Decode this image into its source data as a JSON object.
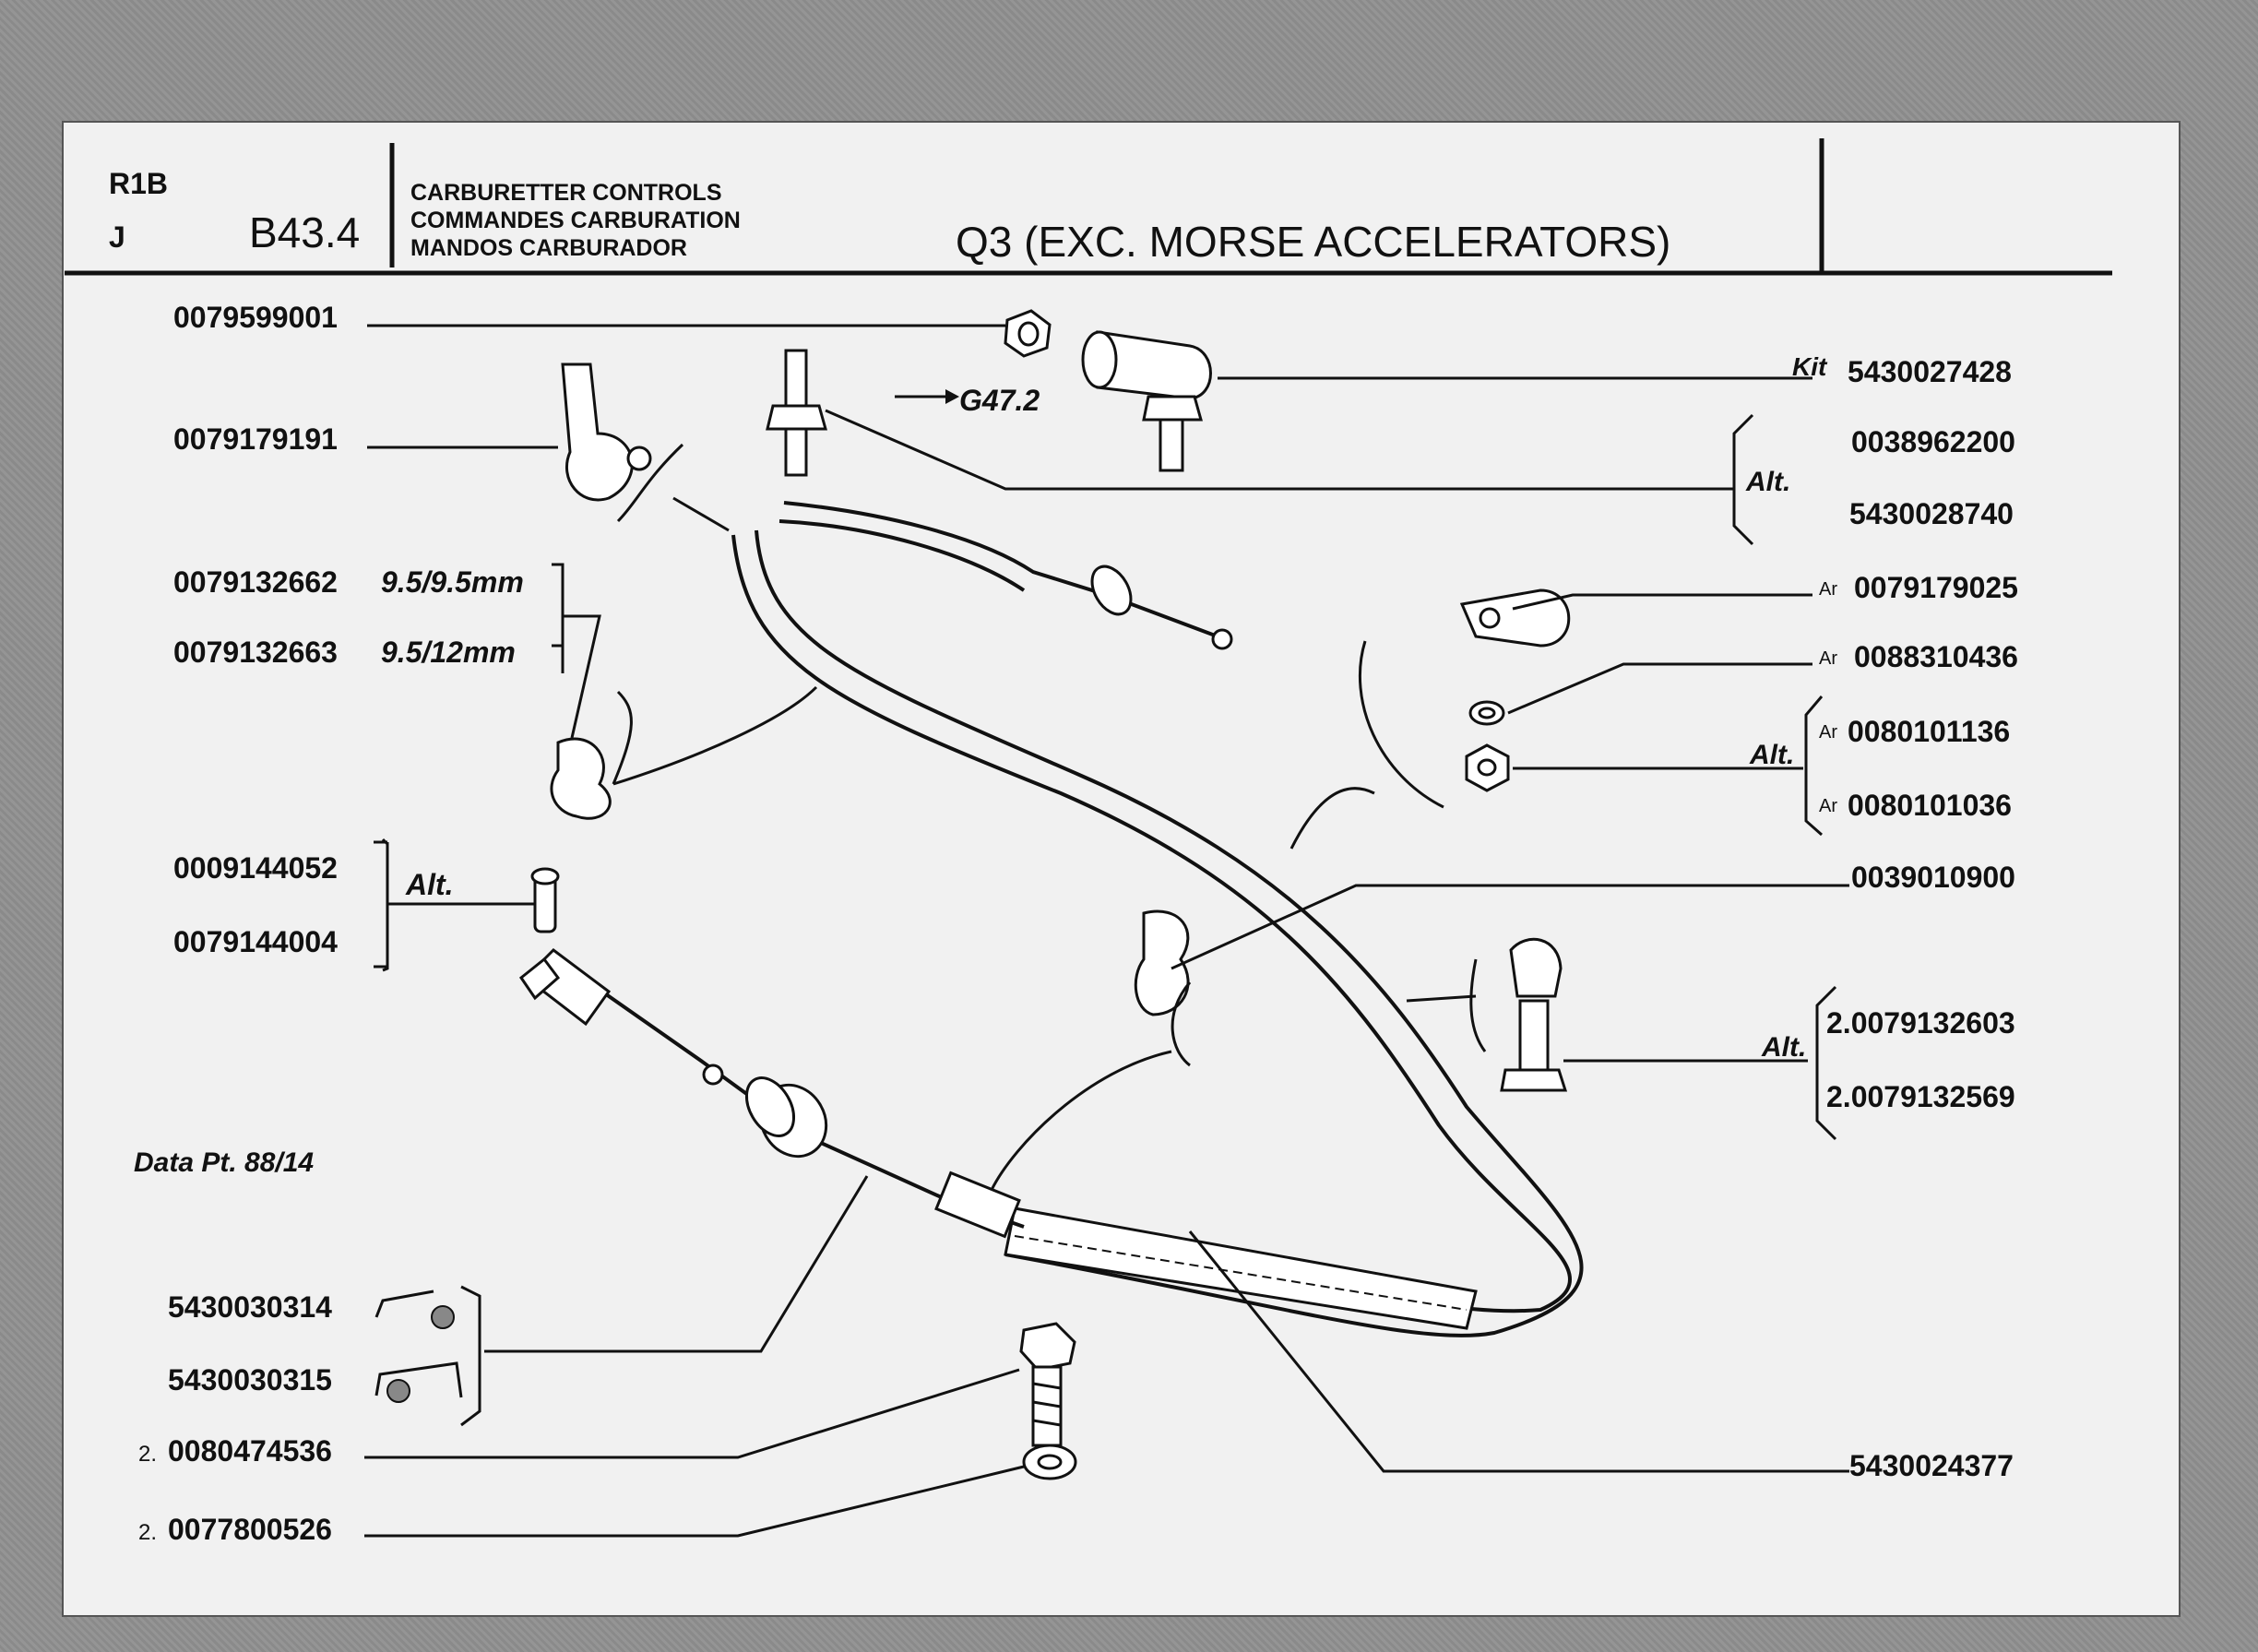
{
  "header": {
    "row1": "R1B",
    "row2": "J",
    "plate": "B43.4",
    "titles": [
      "CARBURETTER CONTROLS",
      "COMMANDES CARBURATION",
      "MANDOS CARBURADOR"
    ],
    "model": "Q3  (EXC. MORSE ACCELERATORS)"
  },
  "left_parts": {
    "p1": "0079599001",
    "p2": "0079179191",
    "p3": "0079132662",
    "p3_note": "9.5/9.5mm",
    "p4": "0079132663",
    "p4_note": "9.5/12mm",
    "p5": "0009144052",
    "p6": "0079144004",
    "alt": "Alt.",
    "data_pt": "Data Pt. 88/14",
    "p7": "5430030314",
    "p8": "5430030315",
    "p9_prefix": "2.",
    "p9": "0080474536",
    "p10_prefix": "2.",
    "p10": "0077800526"
  },
  "right_parts": {
    "kit": "Kit",
    "r1": "5430027428",
    "r2": "0038962200",
    "r3": "5430028740",
    "alt": "Alt.",
    "ar": "Ar",
    "r4": "0079179025",
    "r5": "0088310436",
    "r6": "0080101136",
    "r7": "0080101036",
    "r8": "0039010900",
    "r9": "2.0079132603",
    "r10": "2.0079132569",
    "r11": "5430024377"
  },
  "ref": {
    "arrow_target": "G47.2"
  }
}
